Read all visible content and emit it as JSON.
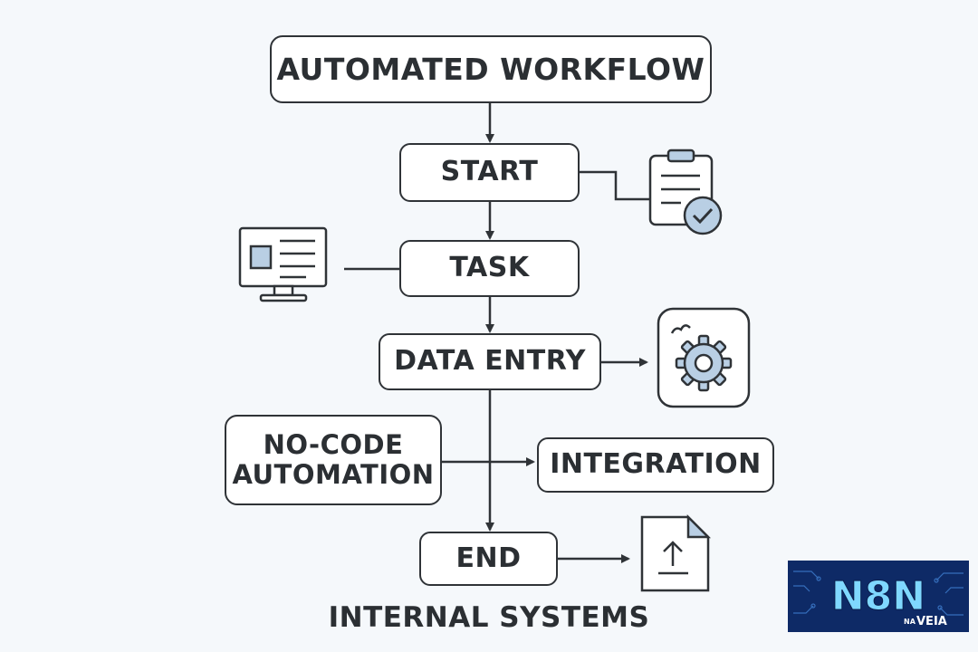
{
  "diagram": {
    "title": "AUTOMATED WORKFLOW",
    "nodes": {
      "start": "START",
      "task": "TASK",
      "data_entry": "DATA ENTRY",
      "no_code_line1": "NO-CODE",
      "no_code_line2": "AUTOMATION",
      "integration": "INTEGRATION",
      "end": "END"
    },
    "footer": "INTERNAL SYSTEMS",
    "icons": [
      "clipboard-check-icon",
      "monitor-icon",
      "gear-icon",
      "document-upload-icon"
    ]
  },
  "brand": {
    "logo_main": "N8N",
    "logo_small": "NA",
    "logo_sub": "VEIA"
  },
  "colors": {
    "ink": "#2f3337",
    "icon_fill": "#b9cfe4",
    "logo_bg": "#0e2a66",
    "logo_text": "#7fd8ff"
  }
}
